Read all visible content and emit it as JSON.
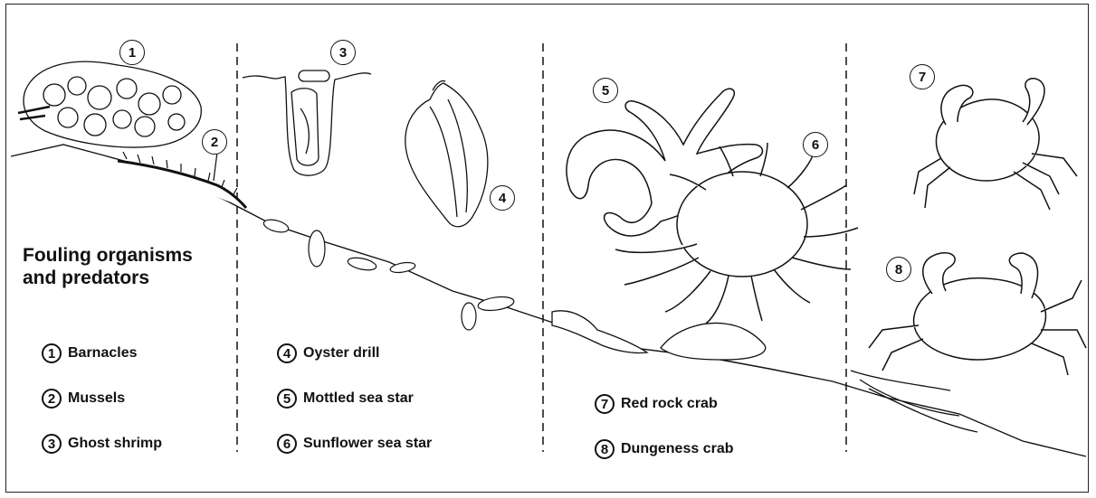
{
  "title": "Fouling organisms\nand predators",
  "legend": [
    {
      "num": "1",
      "label": "Barnacles"
    },
    {
      "num": "2",
      "label": "Mussels"
    },
    {
      "num": "3",
      "label": "Ghost shrimp"
    },
    {
      "num": "4",
      "label": "Oyster drill"
    },
    {
      "num": "5",
      "label": "Mottled sea star"
    },
    {
      "num": "6",
      "label": "Sunflower sea star"
    },
    {
      "num": "7",
      "label": "Red rock crab"
    },
    {
      "num": "8",
      "label": "Dungeness crab"
    }
  ],
  "callouts": [
    "1",
    "2",
    "3",
    "4",
    "5",
    "6",
    "7",
    "8"
  ],
  "colors": {
    "ink": "#111111",
    "background": "#ffffff"
  }
}
